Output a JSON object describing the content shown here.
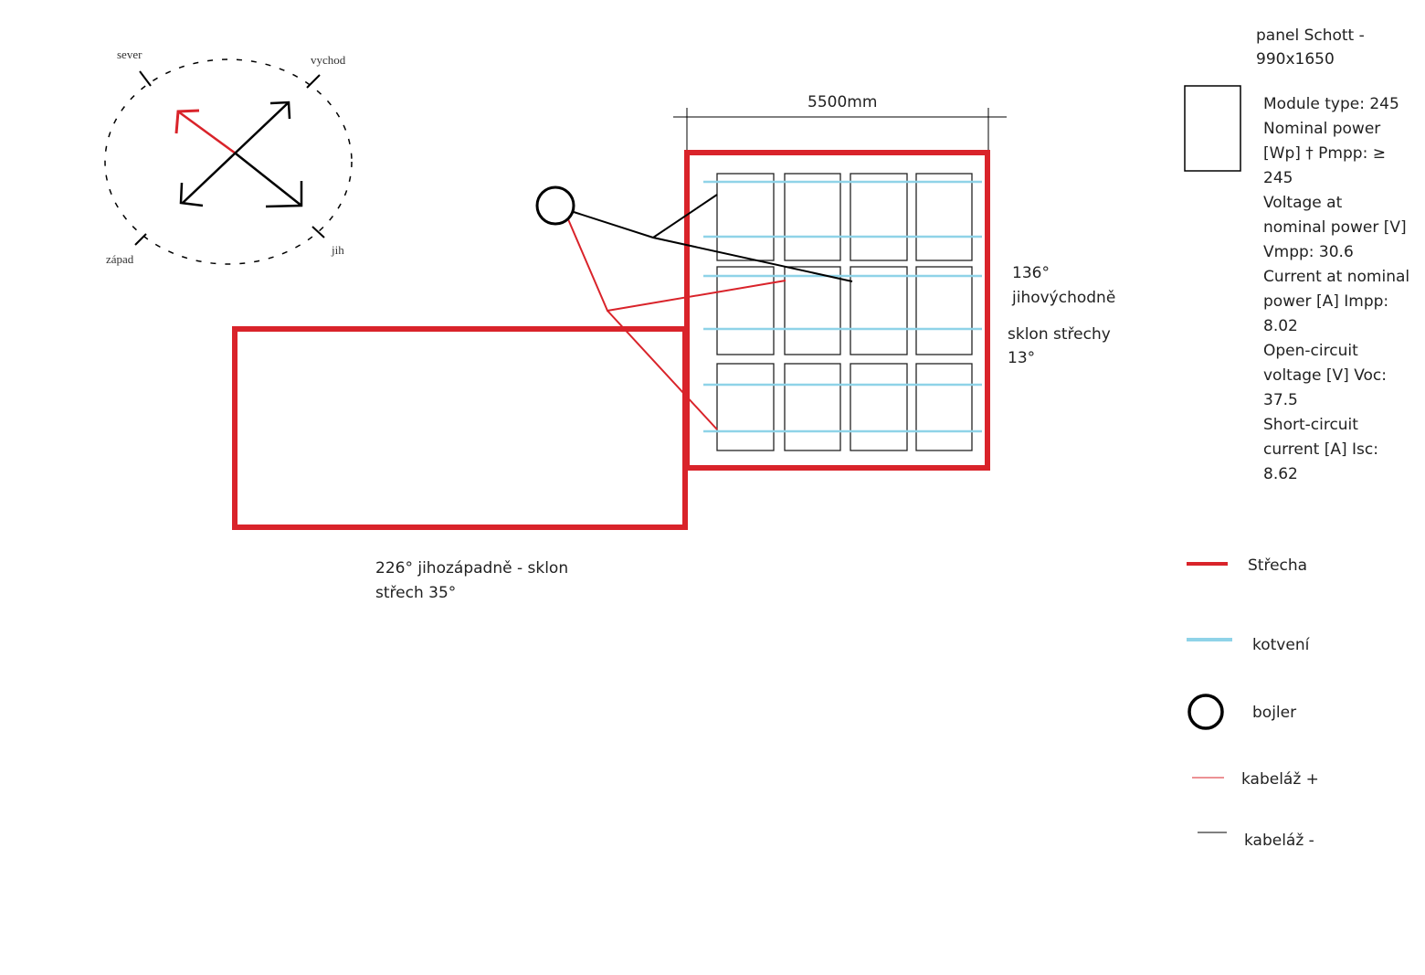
{
  "compass": {
    "north": "sever",
    "east": "vychod",
    "west": "západ",
    "south": "jih"
  },
  "dimension": "5500mm",
  "roof_right_label": [
    "136°",
    "jihovýchodně",
    "sklon střechy",
    "13°"
  ],
  "roof_left_label": [
    "226° jihozápadně - sklon",
    "střech 35°"
  ],
  "panel_info": {
    "title": [
      "panel Schott -",
      "990x1650"
    ],
    "specs": [
      "Module type: 245",
      "Nominal power",
      "[Wp] † Pmpp: ≥",
      "245",
      "Voltage at",
      "nominal power [V]",
      "Vmpp: 30.6",
      "Current at nominal",
      "power [A] Impp:",
      "8.02",
      "Open-circuit",
      "voltage [V] Voc:",
      "37.5",
      "Short-circuit",
      "current [A] Isc:",
      "8.62"
    ]
  },
  "legend": {
    "roof": "Střecha",
    "anchoring": "kotvení",
    "boiler": "bojler",
    "cable_plus": "kabeláž +",
    "cable_minus": "kabeláž -"
  },
  "colors": {
    "roof": "#d9232a",
    "anchoring": "#8fd3e8",
    "cable_plus": "#d9232a",
    "cable_minus": "#000000"
  }
}
